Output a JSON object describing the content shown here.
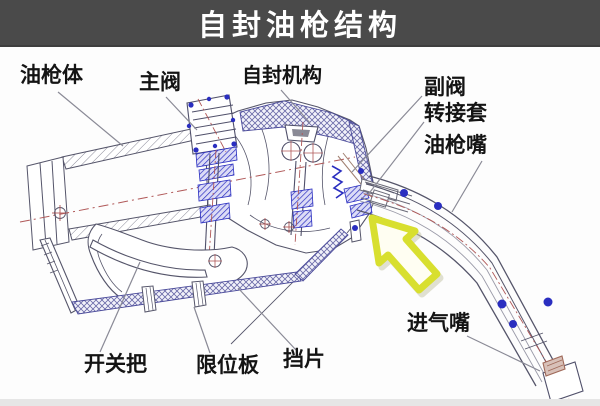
{
  "title": "自封油枪结构",
  "parts": {
    "gun_body": "油枪体",
    "main_valve": "主阀",
    "self_seal_mechanism": "自封机构",
    "aux_valve": "副阀",
    "adapter_sleeve": "转接套",
    "gun_spout": "油枪嘴",
    "air_inlet": "进气嘴",
    "trigger_handle": "开关把",
    "limit_plate": "限位板",
    "baffle": "挡片"
  },
  "colors": {
    "banner_bg": "#4a4a4a",
    "title_text": "#ffffff",
    "label_text": "#141414",
    "drawing_line": "#55556a",
    "component_blue": "#2a2ec0",
    "centerline_red": "#b05858",
    "highlight_arrow": "#d8df2f"
  }
}
